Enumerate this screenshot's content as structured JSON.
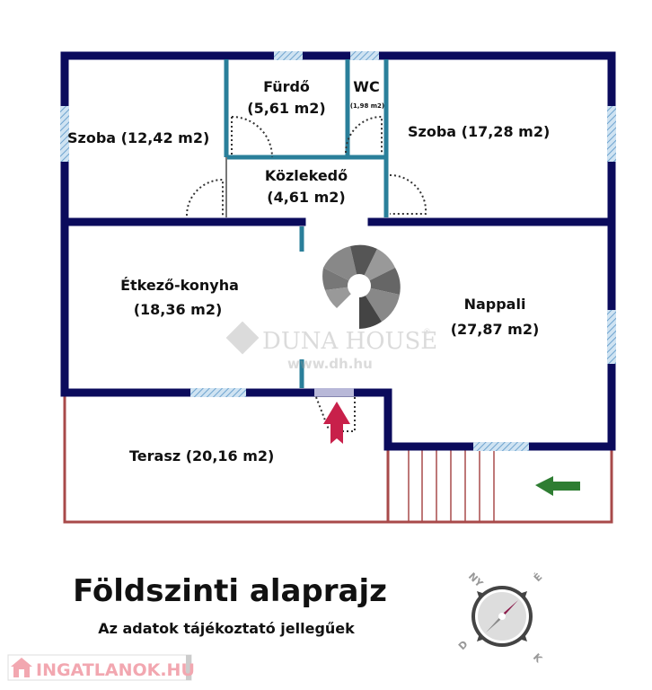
{
  "rooms": [
    {
      "name": "Szoba (12,42 m2)"
    },
    {
      "name": "Fürdő",
      "area": "(5,61 m2)"
    },
    {
      "name": "WC",
      "area": "(1,98 m2)"
    },
    {
      "name": "Szoba (17,28 m2)"
    },
    {
      "name": "Közlekedő",
      "area": "(4,61 m2)"
    },
    {
      "name": "Étkező-konyha",
      "area": "(18,36 m2)"
    },
    {
      "name": "Nappali",
      "area": "(27,87 m2)"
    },
    {
      "name": "Terasz (20,16 m2)"
    }
  ],
  "watermark": {
    "brand": "DUNA HOUSE",
    "url": "www.dh.hu",
    "reg": "®"
  },
  "title": "Földszinti alaprajz",
  "subtitle": "Az adatok tájékoztató jellegűek",
  "compass": {
    "n": "NY",
    "e": "É",
    "s": "D",
    "w": "K"
  },
  "logo": "INGATLANOK.HU",
  "colors": {
    "wall": "#0b0b5c",
    "inner_wall": "#2a7f9a",
    "window": "#7fb4d6",
    "terrace": "#a84a4a",
    "arrow_red": "#c8204a",
    "arrow_green": "#2e7d32"
  }
}
